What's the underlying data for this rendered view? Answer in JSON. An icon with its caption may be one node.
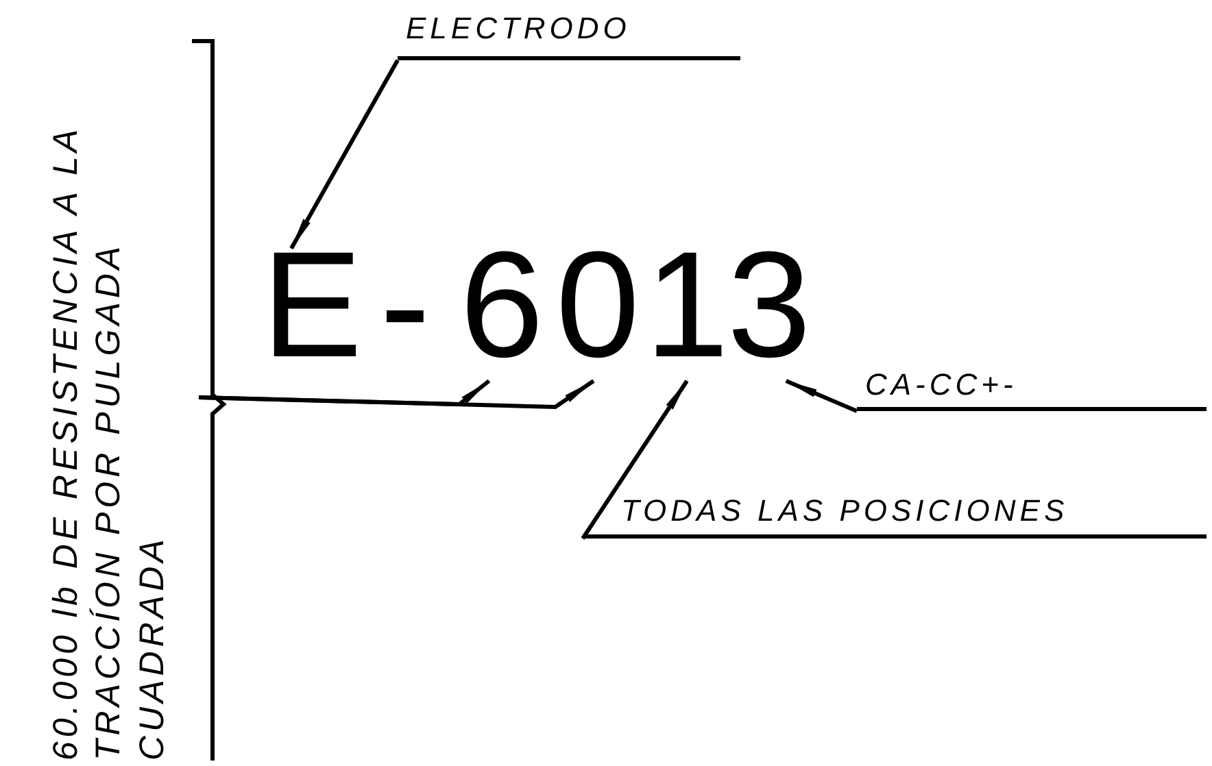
{
  "diagram": {
    "nodes": [
      {
        "text": [
          "ELECTRODO"
        ]
      },
      {
        "text": [
          "E"
        ]
      },
      {
        "text": [
          "6"
        ]
      },
      {
        "text": [
          "0"
        ]
      },
      {
        "text": [
          "1"
        ]
      },
      {
        "text": [
          "3"
        ]
      },
      {
        "text": [
          "CA-CC+-"
        ]
      },
      {
        "text": [
          "TODAS LAS POSICIONES"
        ]
      },
      {
        "text": [
          "60.000 lb DE RESISTENCIA A LA TRACCÍON POR PULGADA CUADRADA"
        ]
      }
    ],
    "edges": [
      {
        "from": 0,
        "to": 1,
        "arrow": "to"
      },
      {
        "from": 8,
        "to": 2,
        "arrow": "to"
      },
      {
        "from": 8,
        "to": 3,
        "arrow": "to"
      },
      {
        "from": 7,
        "to": 4,
        "arrow": "to"
      },
      {
        "from": 6,
        "to": 5,
        "arrow": "to"
      }
    ],
    "labels": [
      "-"
    ]
  }
}
